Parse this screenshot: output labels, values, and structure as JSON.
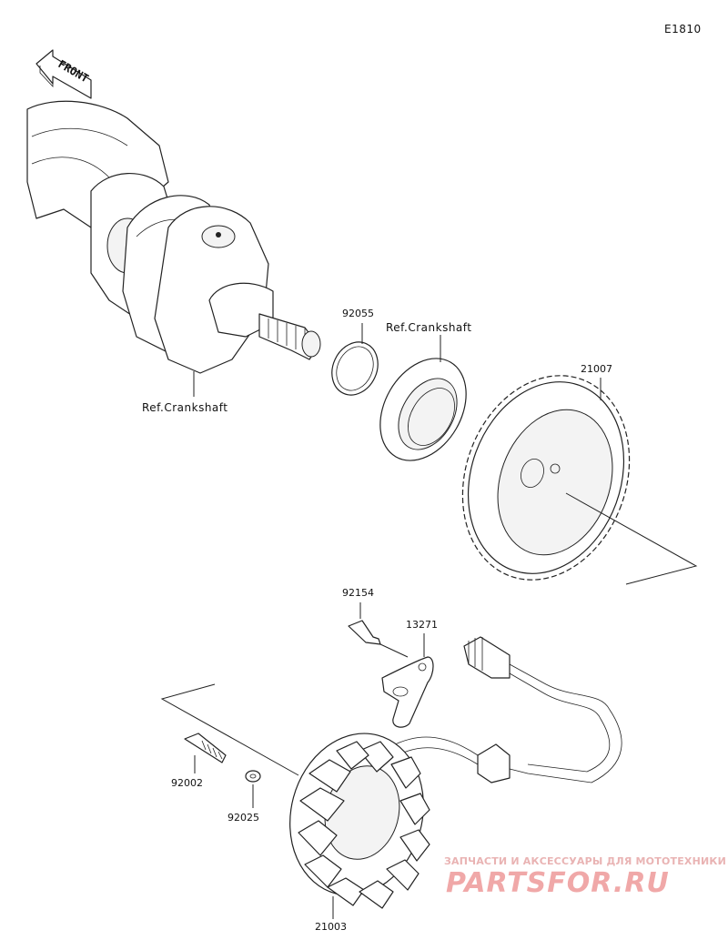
{
  "diagram_code": "E1810",
  "front_label": "FRONT",
  "parts": {
    "p92055": "92055",
    "p21007": "21007",
    "p92154": "92154",
    "p13271": "13271",
    "p92002": "92002",
    "p92025": "92025",
    "p21003": "21003"
  },
  "refs": {
    "crankshaft_left": "Ref.Crankshaft",
    "crankshaft_right": "Ref.Crankshaft"
  },
  "watermark": {
    "tagline": "ЗАПЧАСТИ И АКСЕССУАРЫ ДЛЯ МОТОТЕХНИКИ",
    "logo": "PARTSFOR.RU"
  }
}
